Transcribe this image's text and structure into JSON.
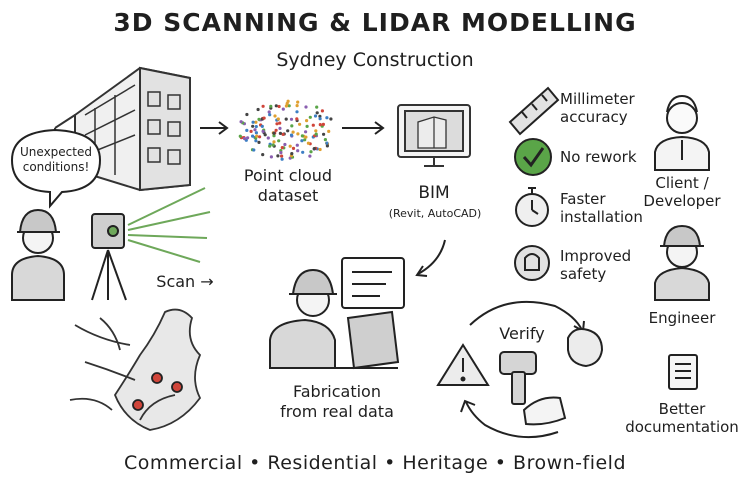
{
  "title": "3D SCANNING & LIDAR MODELLING",
  "subtitle": "Sydney Construction",
  "bubble": [
    "Unexpected",
    "conditions!"
  ],
  "point_cloud_label": [
    "Point cloud",
    "dataset"
  ],
  "bim_label": "BIM",
  "bim_sub": "(Revit, AutoCAD)",
  "scan_label": "Scan →",
  "fabrication_label": [
    "Fabrication",
    "from real data"
  ],
  "verify_label": "Verify",
  "benefits": [
    {
      "icon": "ruler-icon",
      "lines": [
        "Millimeter",
        "accuracy"
      ]
    },
    {
      "icon": "check-icon",
      "lines": [
        "No rework"
      ]
    },
    {
      "icon": "stopwatch-icon",
      "lines": [
        "Faster",
        "installation"
      ]
    },
    {
      "icon": "safety-shield-icon",
      "lines": [
        "Improved",
        "safety"
      ]
    }
  ],
  "stakeholders": [
    {
      "lines": [
        "Client /",
        "Developer"
      ]
    },
    {
      "lines": [
        "Engineer"
      ]
    },
    {
      "lines": [
        "Better",
        "documentation"
      ]
    }
  ],
  "footer": "Commercial • Residential • Heritage • Brown-field",
  "colors": {
    "check_green": "#5aa548",
    "scan_green": "#6ea85a",
    "hotspot_red": "#d0453a",
    "ink": "#1f1f1f"
  }
}
